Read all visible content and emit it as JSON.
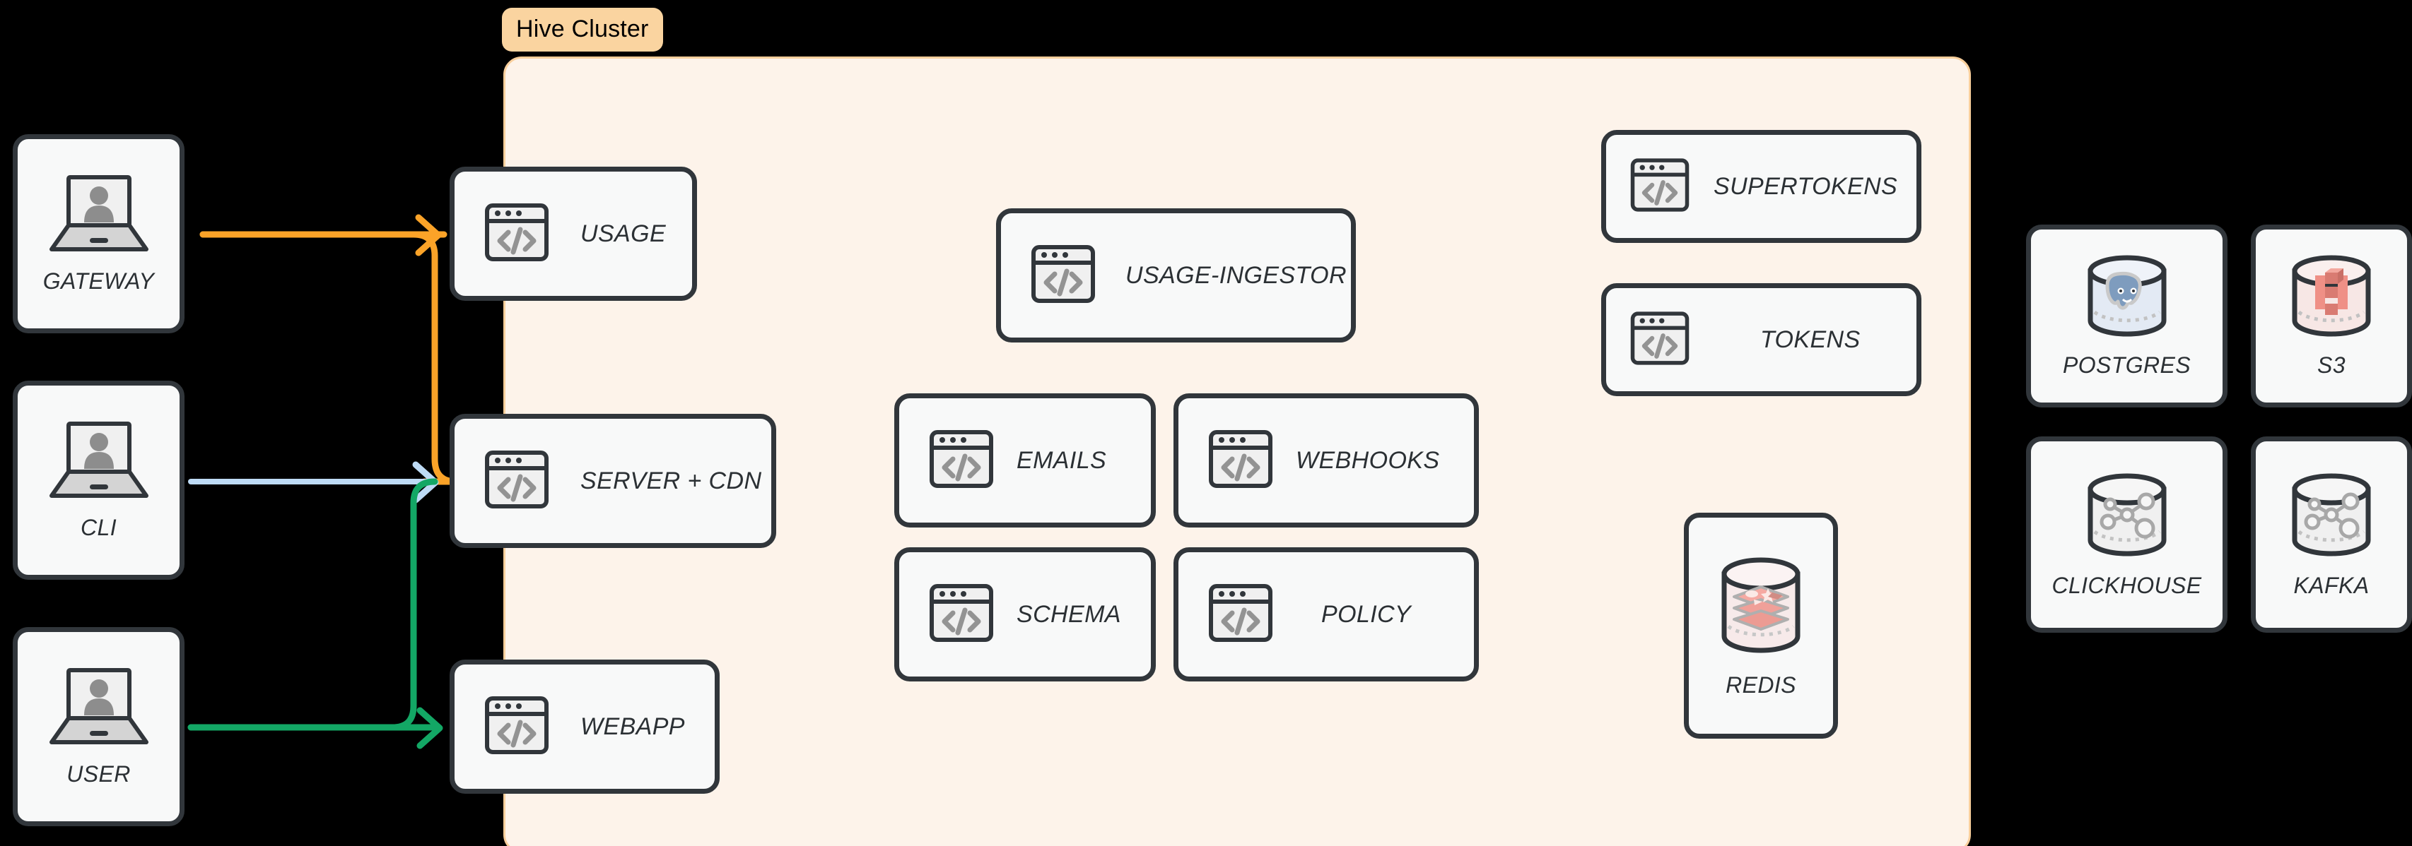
{
  "cluster": {
    "label": "Hive Cluster",
    "accent_border": "#F9CF9C",
    "accent_fill": "#FDF3EA",
    "tag_fill": "#FAD4A0"
  },
  "theme": {
    "background": "#000000",
    "node_fill": "#F8F9F9",
    "node_border": "#31363B",
    "label_color": "#2B3034",
    "wire_orange": "#FBA328",
    "wire_blue": "#BEDBF5",
    "wire_green": "#13A765",
    "redis_accent": "#F0A0A0",
    "postgres_accent": "#7E9CBE",
    "s3_accent": "#E8837B",
    "db_node_accent": "#A8A8A8"
  },
  "clients": [
    {
      "label": "GATEWAY",
      "icon": "laptop-user-icon"
    },
    {
      "label": "CLI",
      "icon": "laptop-user-icon"
    },
    {
      "label": "USER",
      "icon": "laptop-user-icon"
    }
  ],
  "edge_services": [
    {
      "label": "USAGE",
      "icon": "code-window-icon"
    },
    {
      "label": "SERVER + CDN",
      "icon": "code-window-icon"
    },
    {
      "label": "WEBAPP",
      "icon": "code-window-icon"
    }
  ],
  "core_services": [
    {
      "label": "USAGE-INGESTOR",
      "icon": "code-window-icon"
    },
    {
      "label": "EMAILS",
      "icon": "code-window-icon"
    },
    {
      "label": "WEBHOOKS",
      "icon": "code-window-icon"
    },
    {
      "label": "SCHEMA",
      "icon": "code-window-icon"
    },
    {
      "label": "POLICY",
      "icon": "code-window-icon"
    }
  ],
  "auth_services": [
    {
      "label": "SUPERTOKENS",
      "icon": "code-window-icon"
    },
    {
      "label": "TOKENS",
      "icon": "code-window-icon"
    }
  ],
  "cache": [
    {
      "label": "REDIS",
      "icon": "redis-cylinder-icon"
    }
  ],
  "datastores": [
    {
      "label": "POSTGRES",
      "icon": "postgres-cylinder-icon"
    },
    {
      "label": "S3",
      "icon": "s3-cylinder-icon"
    },
    {
      "label": "CLICKHOUSE",
      "icon": "graph-cylinder-icon"
    },
    {
      "label": "KAFKA",
      "icon": "graph-cylinder-icon"
    }
  ],
  "connections": [
    {
      "from": "GATEWAY",
      "to": "USAGE",
      "color": "#FBA328"
    },
    {
      "from": "GATEWAY",
      "to": "SERVER + CDN",
      "color": "#FBA328"
    },
    {
      "from": "CLI",
      "to": "SERVER + CDN",
      "color": "#BEDBF5"
    },
    {
      "from": "USER",
      "to": "SERVER + CDN",
      "color": "#13A765"
    },
    {
      "from": "USER",
      "to": "WEBAPP",
      "color": "#13A765"
    }
  ]
}
